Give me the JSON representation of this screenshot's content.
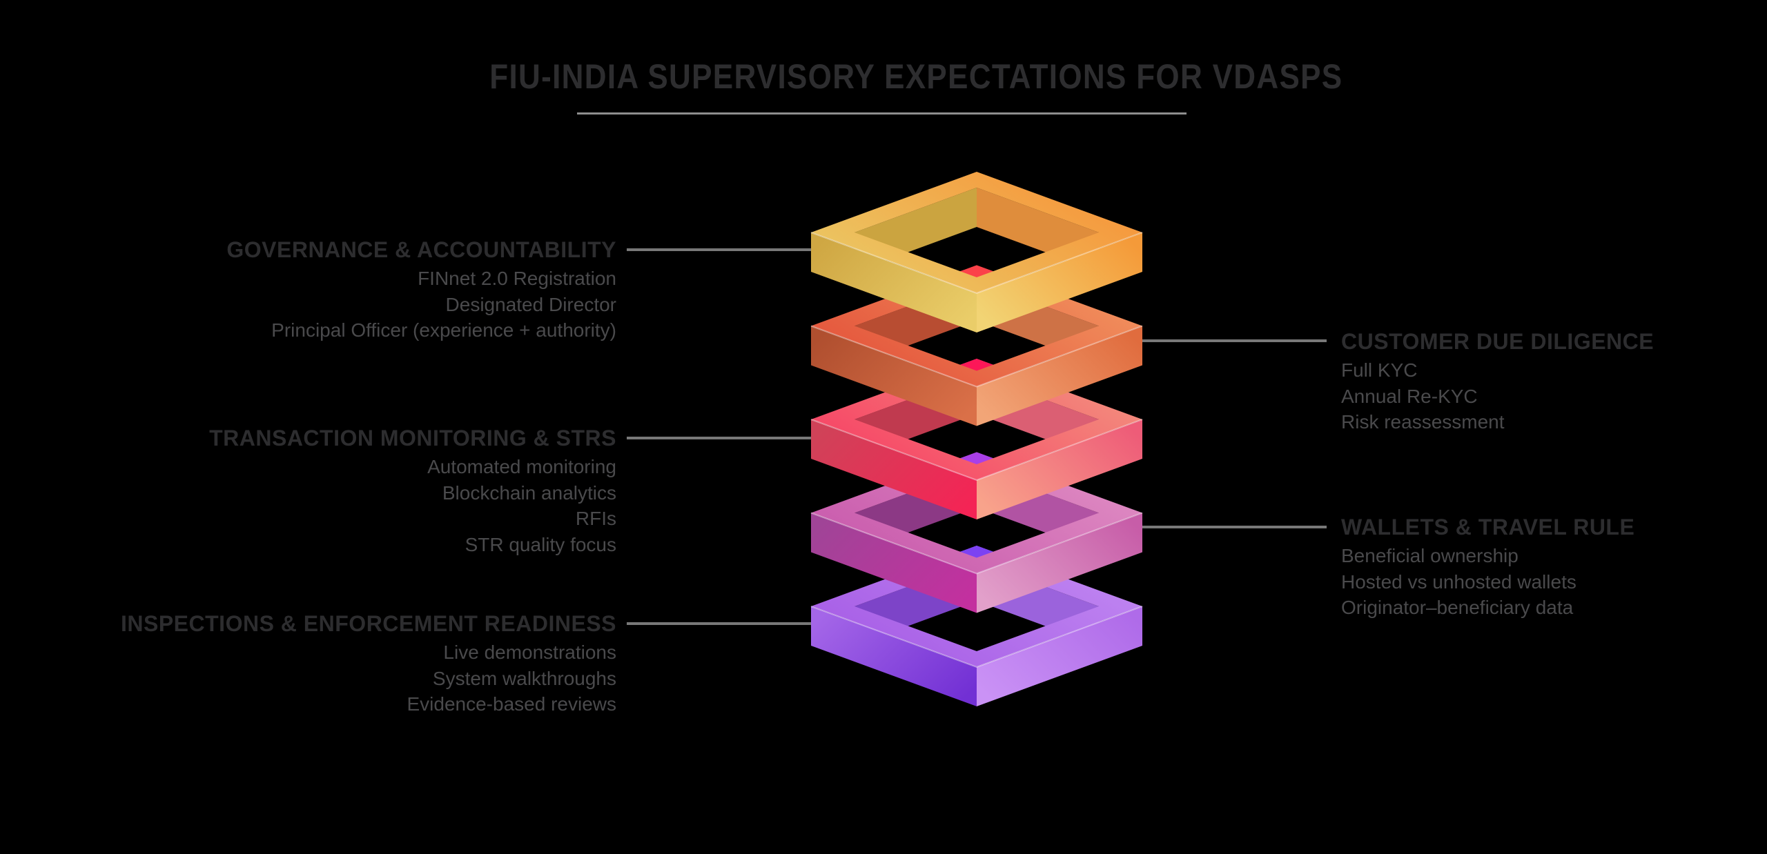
{
  "title": {
    "text": "FIU-INDIA SUPERVISORY EXPECTATIONS FOR VDASPS"
  },
  "left_sections": [
    {
      "heading": "GOVERNANCE & ACCOUNTABILITY",
      "items": [
        "FINnet 2.0 Registration",
        "Designated Director",
        "Principal Officer (experience + authority)"
      ],
      "connects_to_layer": 1
    },
    {
      "heading": "TRANSACTION MONITORING & STRS",
      "items": [
        "Automated monitoring",
        "Blockchain analytics",
        "RFIs",
        "STR quality focus"
      ],
      "connects_to_layer": 3
    },
    {
      "heading": "INSPECTIONS & ENFORCEMENT READINESS",
      "items": [
        "Live demonstrations",
        "System walkthroughs",
        "Evidence-based reviews"
      ],
      "connects_to_layer": 5
    }
  ],
  "right_sections": [
    {
      "heading": "CUSTOMER DUE DILIGENCE",
      "items": [
        "Full KYC",
        "Annual Re-KYC",
        "Risk reassessment"
      ],
      "connects_to_layer": 2
    },
    {
      "heading": "WALLETS & TRAVEL RULE",
      "items": [
        "Beneficial ownership",
        "Hosted vs unhosted wallets",
        "Originator–beneficiary data"
      ],
      "connects_to_layer": 4
    }
  ],
  "stack": {
    "layers": [
      {
        "layer": 1,
        "name": "governance-accountability",
        "top_gradient": [
          "#EACB66",
          "#F79238"
        ],
        "left_gradient": [
          "#CFA743",
          "#EACD69"
        ],
        "right_gradient": [
          "#F2D474",
          "#F49A39"
        ],
        "inner_left": "#CBA440",
        "inner_right": "#DF8D3C",
        "peek": null
      },
      {
        "layer": 2,
        "name": "customer-due-diligence",
        "top_gradient": [
          "#E35039",
          "#F29560"
        ],
        "left_gradient": [
          "#B04F2F",
          "#DA7048"
        ],
        "right_gradient": [
          "#F2A577",
          "#E06C3E"
        ],
        "inner_left": "#B84D32",
        "inner_right": "#CE7246",
        "peek": "#FB4149"
      },
      {
        "layer": 3,
        "name": "transaction-monitoring-strs",
        "top_gradient": [
          "#F73E64",
          "#F2937F"
        ],
        "left_gradient": [
          "#D04258",
          "#F42455"
        ],
        "right_gradient": [
          "#F8A38B",
          "#EE5C78"
        ],
        "inner_left": "#C03A4F",
        "inner_right": "#DB5F73",
        "peek": "#FC1758"
      },
      {
        "layer": 4,
        "name": "wallets-travel-rule",
        "top_gradient": [
          "#C757AB",
          "#E08EC4"
        ],
        "left_gradient": [
          "#A04497",
          "#C3309F"
        ],
        "right_gradient": [
          "#E2A0CA",
          "#C75DA8"
        ],
        "inner_left": "#8C3985",
        "inner_right": "#B153A3",
        "peek": "#A93FE8"
      },
      {
        "layer": 5,
        "name": "inspections-enforcement",
        "top_gradient": [
          "#A55BE5",
          "#C188F2"
        ],
        "left_gradient": [
          "#A466E8",
          "#7230D4"
        ],
        "right_gradient": [
          "#CA92F5",
          "#AF6BE9"
        ],
        "inner_left": "#7D44C8",
        "inner_right": "#9B63DC",
        "peek": "#7C42F2"
      }
    ]
  },
  "colors": {
    "background": "#000000",
    "title_text": "#2d2d2f",
    "heading_text": "#2d2d2f",
    "item_text": "#4a4a4c",
    "connector_line": "#787878",
    "title_underline": "#8e8e8e"
  }
}
